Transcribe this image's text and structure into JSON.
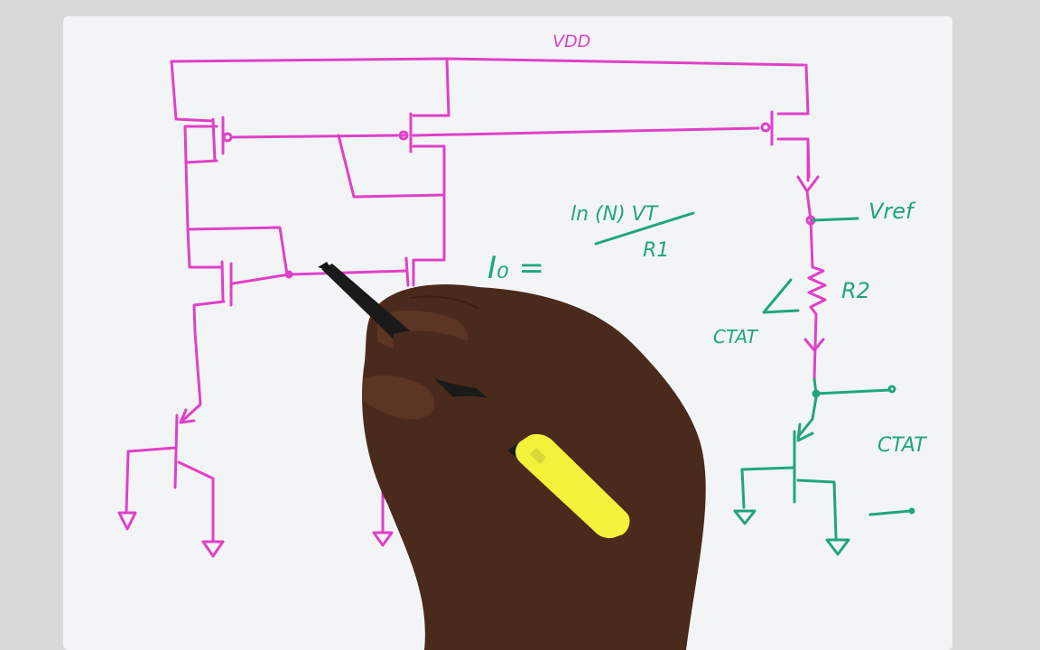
{
  "colors": {
    "background": "#dcdcdc",
    "board": "#f3f4f6",
    "circuit_ink": "#e040c8",
    "annotation_ink": "#1fa67a",
    "skin": "#4a2a1c",
    "pen_body": "#1a1a1a",
    "pen_cap": "#f2f23a"
  },
  "labels": {
    "vdd": "VDD",
    "equation_lhs": "I₀ =",
    "equation_numerator": "ln (N) VT",
    "equation_denominator": "R1",
    "vref": "Vref",
    "r2": "R2",
    "ctat_left": "CTAT",
    "ctat_right": "CTAT"
  }
}
